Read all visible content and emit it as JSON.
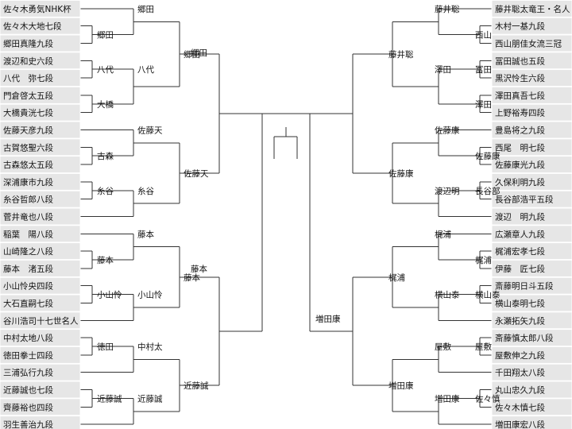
{
  "left_players": [
    "佐々木勇気NHK杯",
    "佐々木大地七段",
    "郷田真隆九段",
    "渡辺和史六段",
    "八代　弥七段",
    "門倉啓太五段",
    "大橋貴洸七段",
    "佐藤天彦九段",
    "古賀悠聖六段",
    "古森悠太五段",
    "深浦康市九段",
    "糸谷哲郎八段",
    "菅井竜也八段",
    "稲葉　陽八段",
    "山崎隆之八段",
    "藤本　渚五段",
    "小山怜央四段",
    "大石直嗣七段",
    "谷川浩司十七世名人",
    "中村太地八段",
    "徳田拳士四段",
    "三浦弘行九段",
    "近藤誠也七段",
    "齊藤裕也四段",
    "羽生善治九段"
  ],
  "right_players": [
    "藤井聡太竜王・名人",
    "木村一基九段",
    "西山朋佳女流三冠",
    "冨田誠也五段",
    "黒沢怜生六段",
    "澤田真吾七段",
    "上野裕寿四段",
    "豊島将之九段",
    "西尾　明七段",
    "佐藤康光九段",
    "久保利明九段",
    "長谷部浩平五段",
    "渡辺　明九段",
    "広瀬章人九段",
    "梶浦宏孝七段",
    "伊藤　匠七段",
    "斎藤明日斗五段",
    "横山泰明七段",
    "永瀬拓矢九段",
    "斎藤慎太郎八段",
    "屋敷伸之九段",
    "千田翔太八段",
    "丸山忠久九段",
    "佐々木慎七段",
    "増田康宏八段"
  ],
  "left_winners": {
    "r1": [
      "郷田",
      "八代",
      "大橋",
      "古森",
      "糸谷",
      "藤本",
      "小山怜",
      "徳田",
      "近藤誠"
    ],
    "r2": [
      "郷田",
      "八代",
      "佐藤天",
      "糸谷",
      "藤本",
      "小山怜",
      "中村太",
      "近藤誠"
    ],
    "r3": [
      "郷田",
      "佐藤天",
      "藤本",
      "近藤誠"
    ],
    "r4": [
      "郷田",
      "藤本"
    ]
  },
  "right_winners": {
    "r1": [
      "西山",
      "冨田",
      "澤田",
      "佐藤康",
      "長谷部",
      "梶浦",
      "横山泰",
      "屋敷",
      "佐々慎"
    ],
    "r2": [
      "藤井聡",
      "澤田",
      "佐藤康",
      "渡辺明",
      "梶浦",
      "横山泰",
      "屋敷",
      "増田康"
    ],
    "r3": [
      "藤井聡",
      "佐藤康",
      "梶浦",
      "増田康"
    ],
    "r4": [
      "増田康"
    ]
  }
}
